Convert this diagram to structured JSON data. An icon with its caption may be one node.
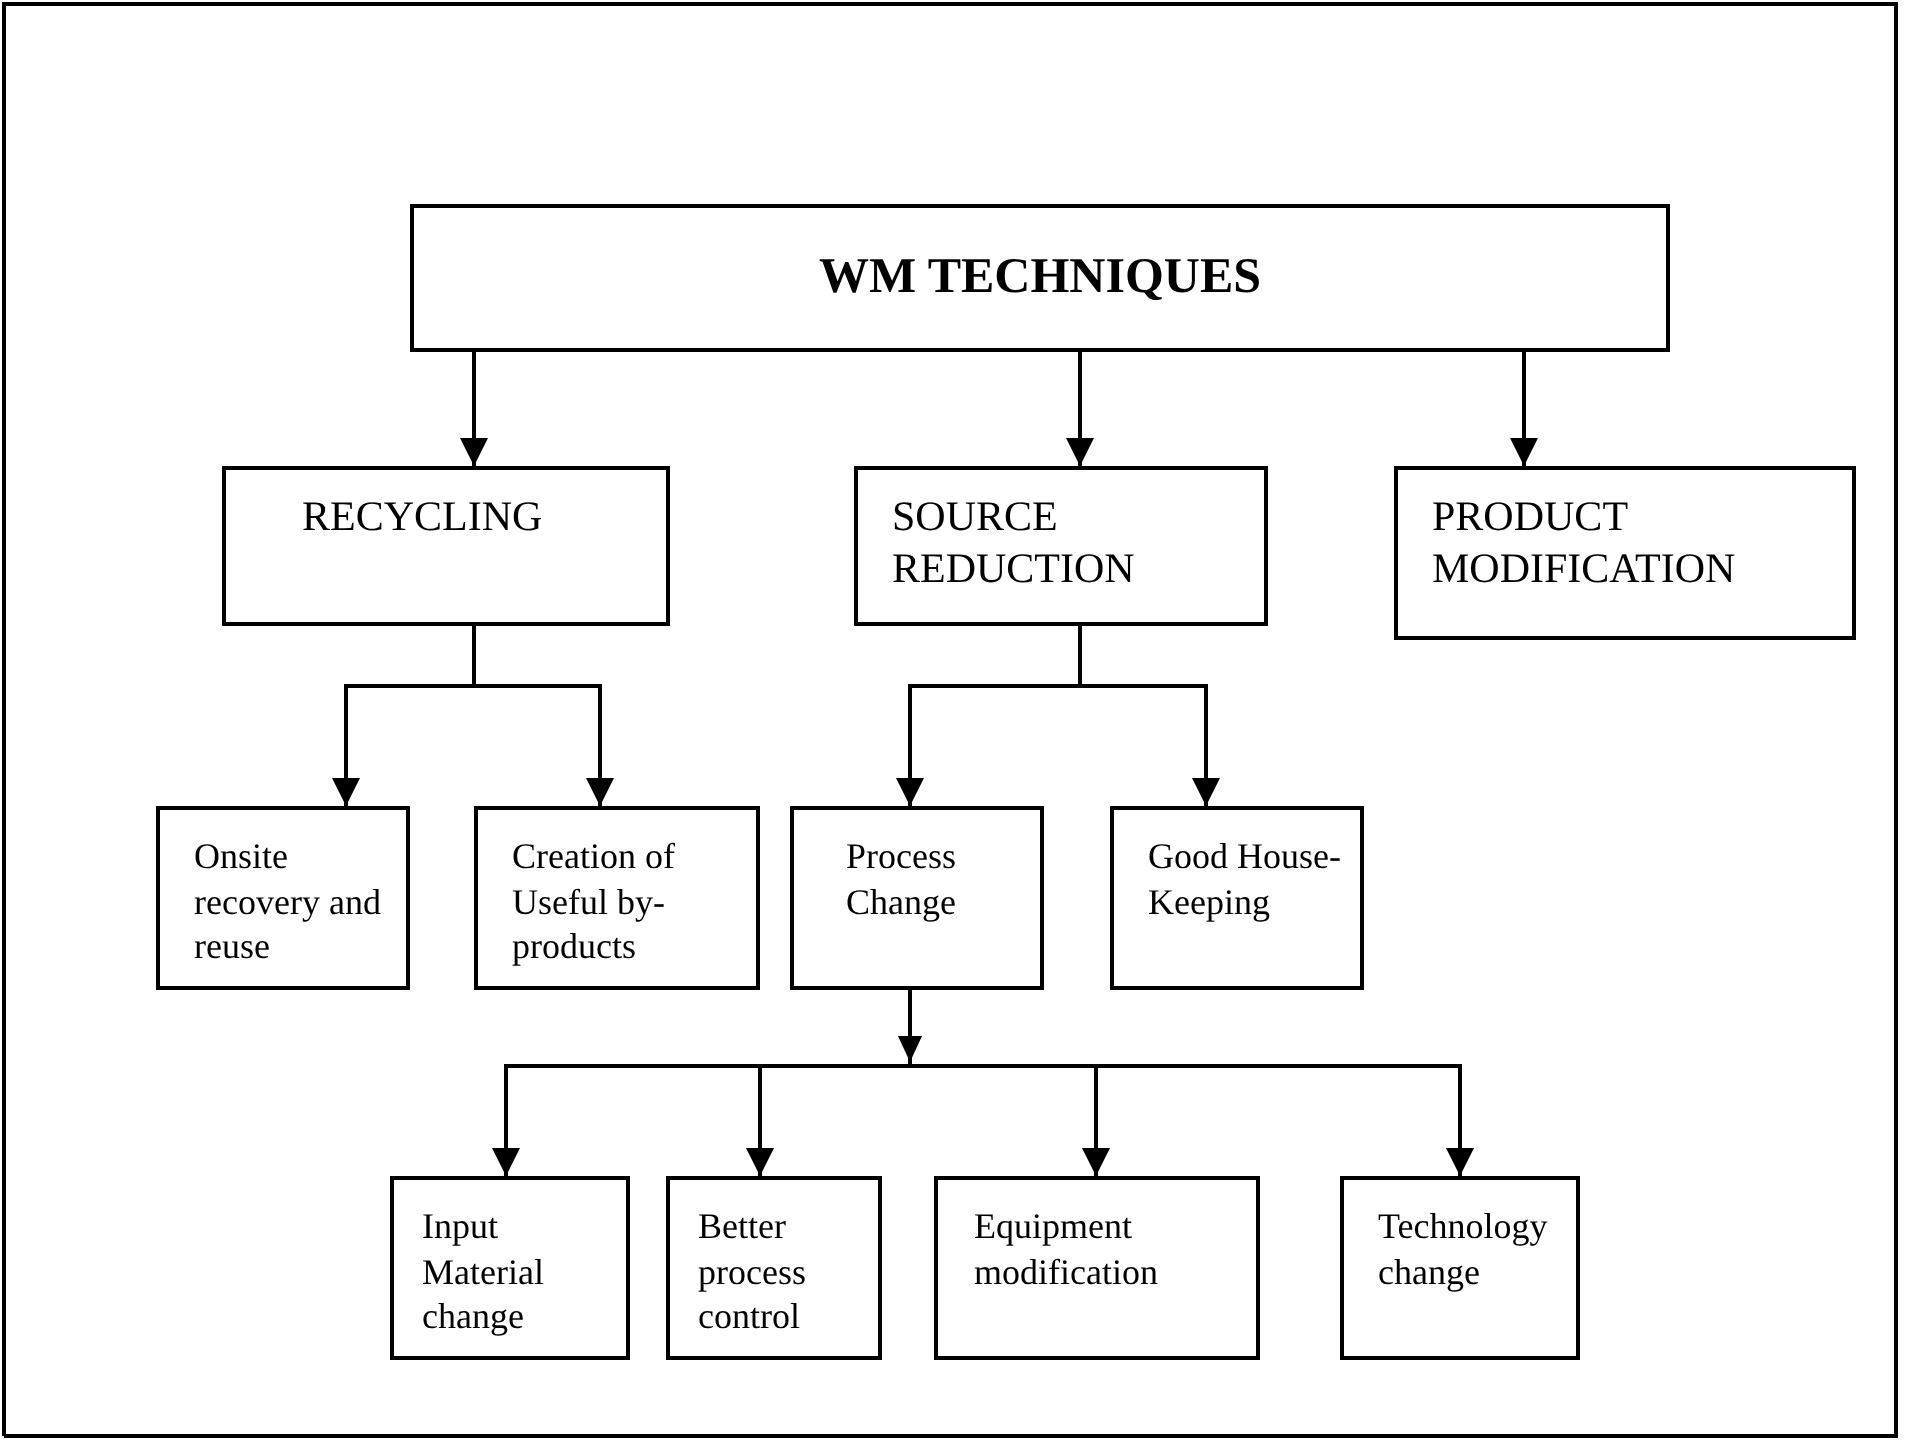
{
  "diagram": {
    "nodes": [
      {
        "text": [
          "WM TECHNIQUES"
        ]
      },
      {
        "text": [
          "RECYCLING"
        ]
      },
      {
        "text": [
          "SOURCE REDUCTION"
        ]
      },
      {
        "text": [
          "PRODUCT MODIFICATION"
        ]
      },
      {
        "text": [
          "Onsite recovery and reuse"
        ]
      },
      {
        "text": [
          "Creation of Useful by-products"
        ]
      },
      {
        "text": [
          "Process Change"
        ]
      },
      {
        "text": [
          "Good House-Keeping"
        ]
      },
      {
        "text": [
          "Input Material change"
        ]
      },
      {
        "text": [
          "Better process control"
        ]
      },
      {
        "text": [
          "Equipment modification"
        ]
      },
      {
        "text": [
          "Technology change"
        ]
      }
    ],
    "edges": [
      {
        "from": 0,
        "to": 1,
        "arrow": "to"
      },
      {
        "from": 0,
        "to": 2,
        "arrow": "to"
      },
      {
        "from": 0,
        "to": 3,
        "arrow": "to"
      },
      {
        "from": 1,
        "to": 4,
        "arrow": "to"
      },
      {
        "from": 1,
        "to": 5,
        "arrow": "to"
      },
      {
        "from": 2,
        "to": 6,
        "arrow": "to"
      },
      {
        "from": 2,
        "to": 7,
        "arrow": "to"
      },
      {
        "from": 6,
        "to": 8,
        "arrow": "to"
      },
      {
        "from": 6,
        "to": 9,
        "arrow": "to"
      },
      {
        "from": 6,
        "to": 10,
        "arrow": "to"
      },
      {
        "from": 6,
        "to": 11,
        "arrow": "to"
      }
    ]
  }
}
